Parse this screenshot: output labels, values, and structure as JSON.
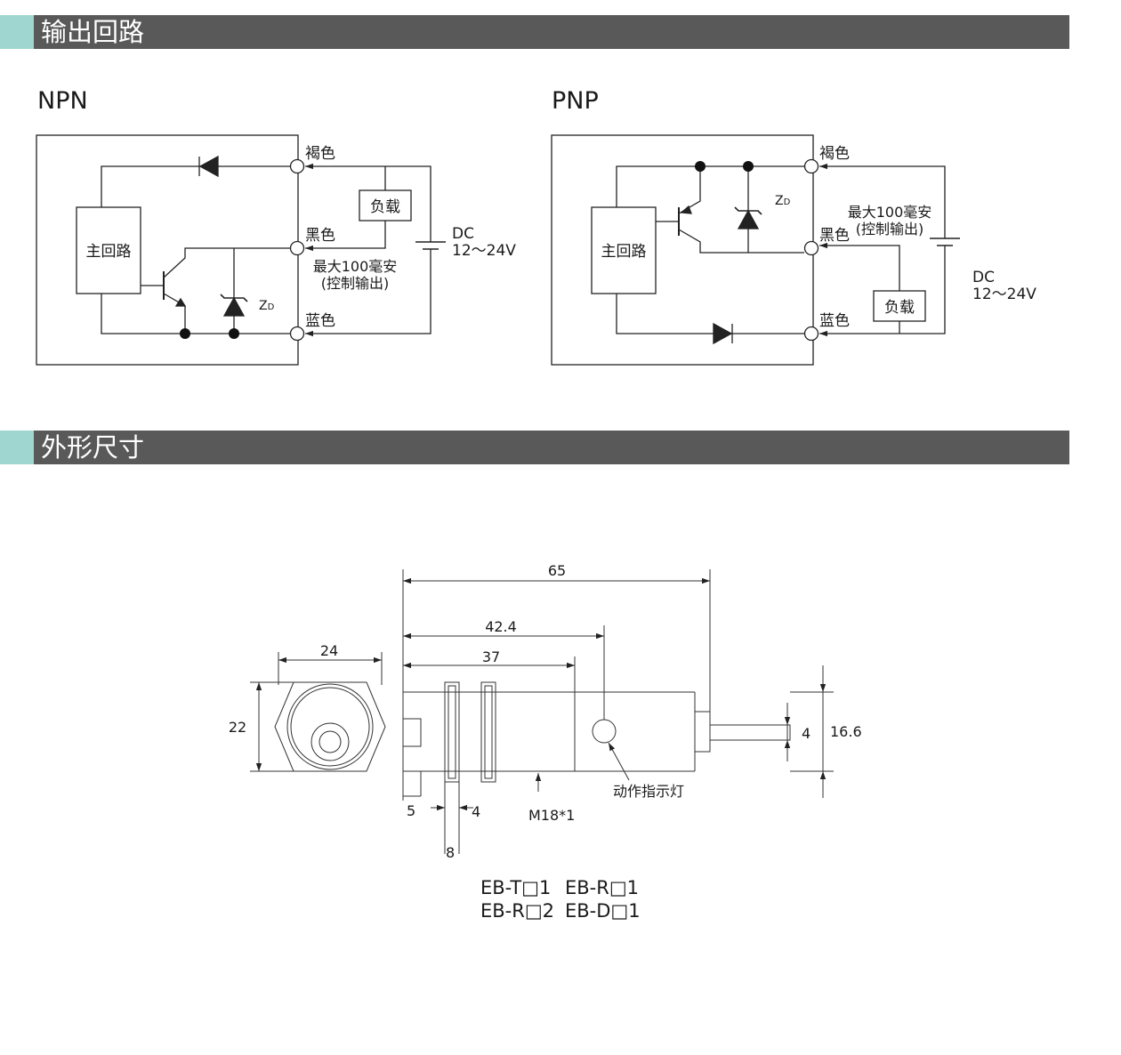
{
  "sections": {
    "output_circuit": "输出回路",
    "dimensions": "外形尺寸"
  },
  "npn": {
    "heading": "NPN",
    "main_circuit": "主回路",
    "brown": "褐色",
    "black": "黑色",
    "blue": "蓝色",
    "load": "负载",
    "dc": "DC",
    "voltage": "12～24V",
    "max_current": "最大100毫安",
    "control_output": "(控制输出)",
    "zener": "Z",
    "zener_sub": "D"
  },
  "pnp": {
    "heading": "PNP",
    "main_circuit": "主回路",
    "brown": "褐色",
    "black": "黑色",
    "blue": "蓝色",
    "load": "负载",
    "dc": "DC",
    "voltage": "12～24V",
    "max_current": "最大100毫安",
    "control_output": "(控制输出)",
    "zener": "Z",
    "zener_sub": "D"
  },
  "dims": {
    "total_length": "65",
    "length_to_indicator": "42.4",
    "thread_length": "37",
    "hex_width": "24",
    "hex_height": "22",
    "cable_diameter": "4",
    "body_diameter": "16.6",
    "front_offset": "5",
    "nut_thickness": "4",
    "nut_spacing": "8",
    "thread_spec": "M18*1",
    "indicator_label": "动作指示灯"
  },
  "models": {
    "line1_a": "EB-T□1",
    "line1_b": "EB-R□1",
    "line2_a": "EB-R□2",
    "line2_b": "EB-D□1"
  },
  "colors": {
    "accent": "#9fd6cf",
    "bar": "#595959",
    "line": "#222222"
  }
}
